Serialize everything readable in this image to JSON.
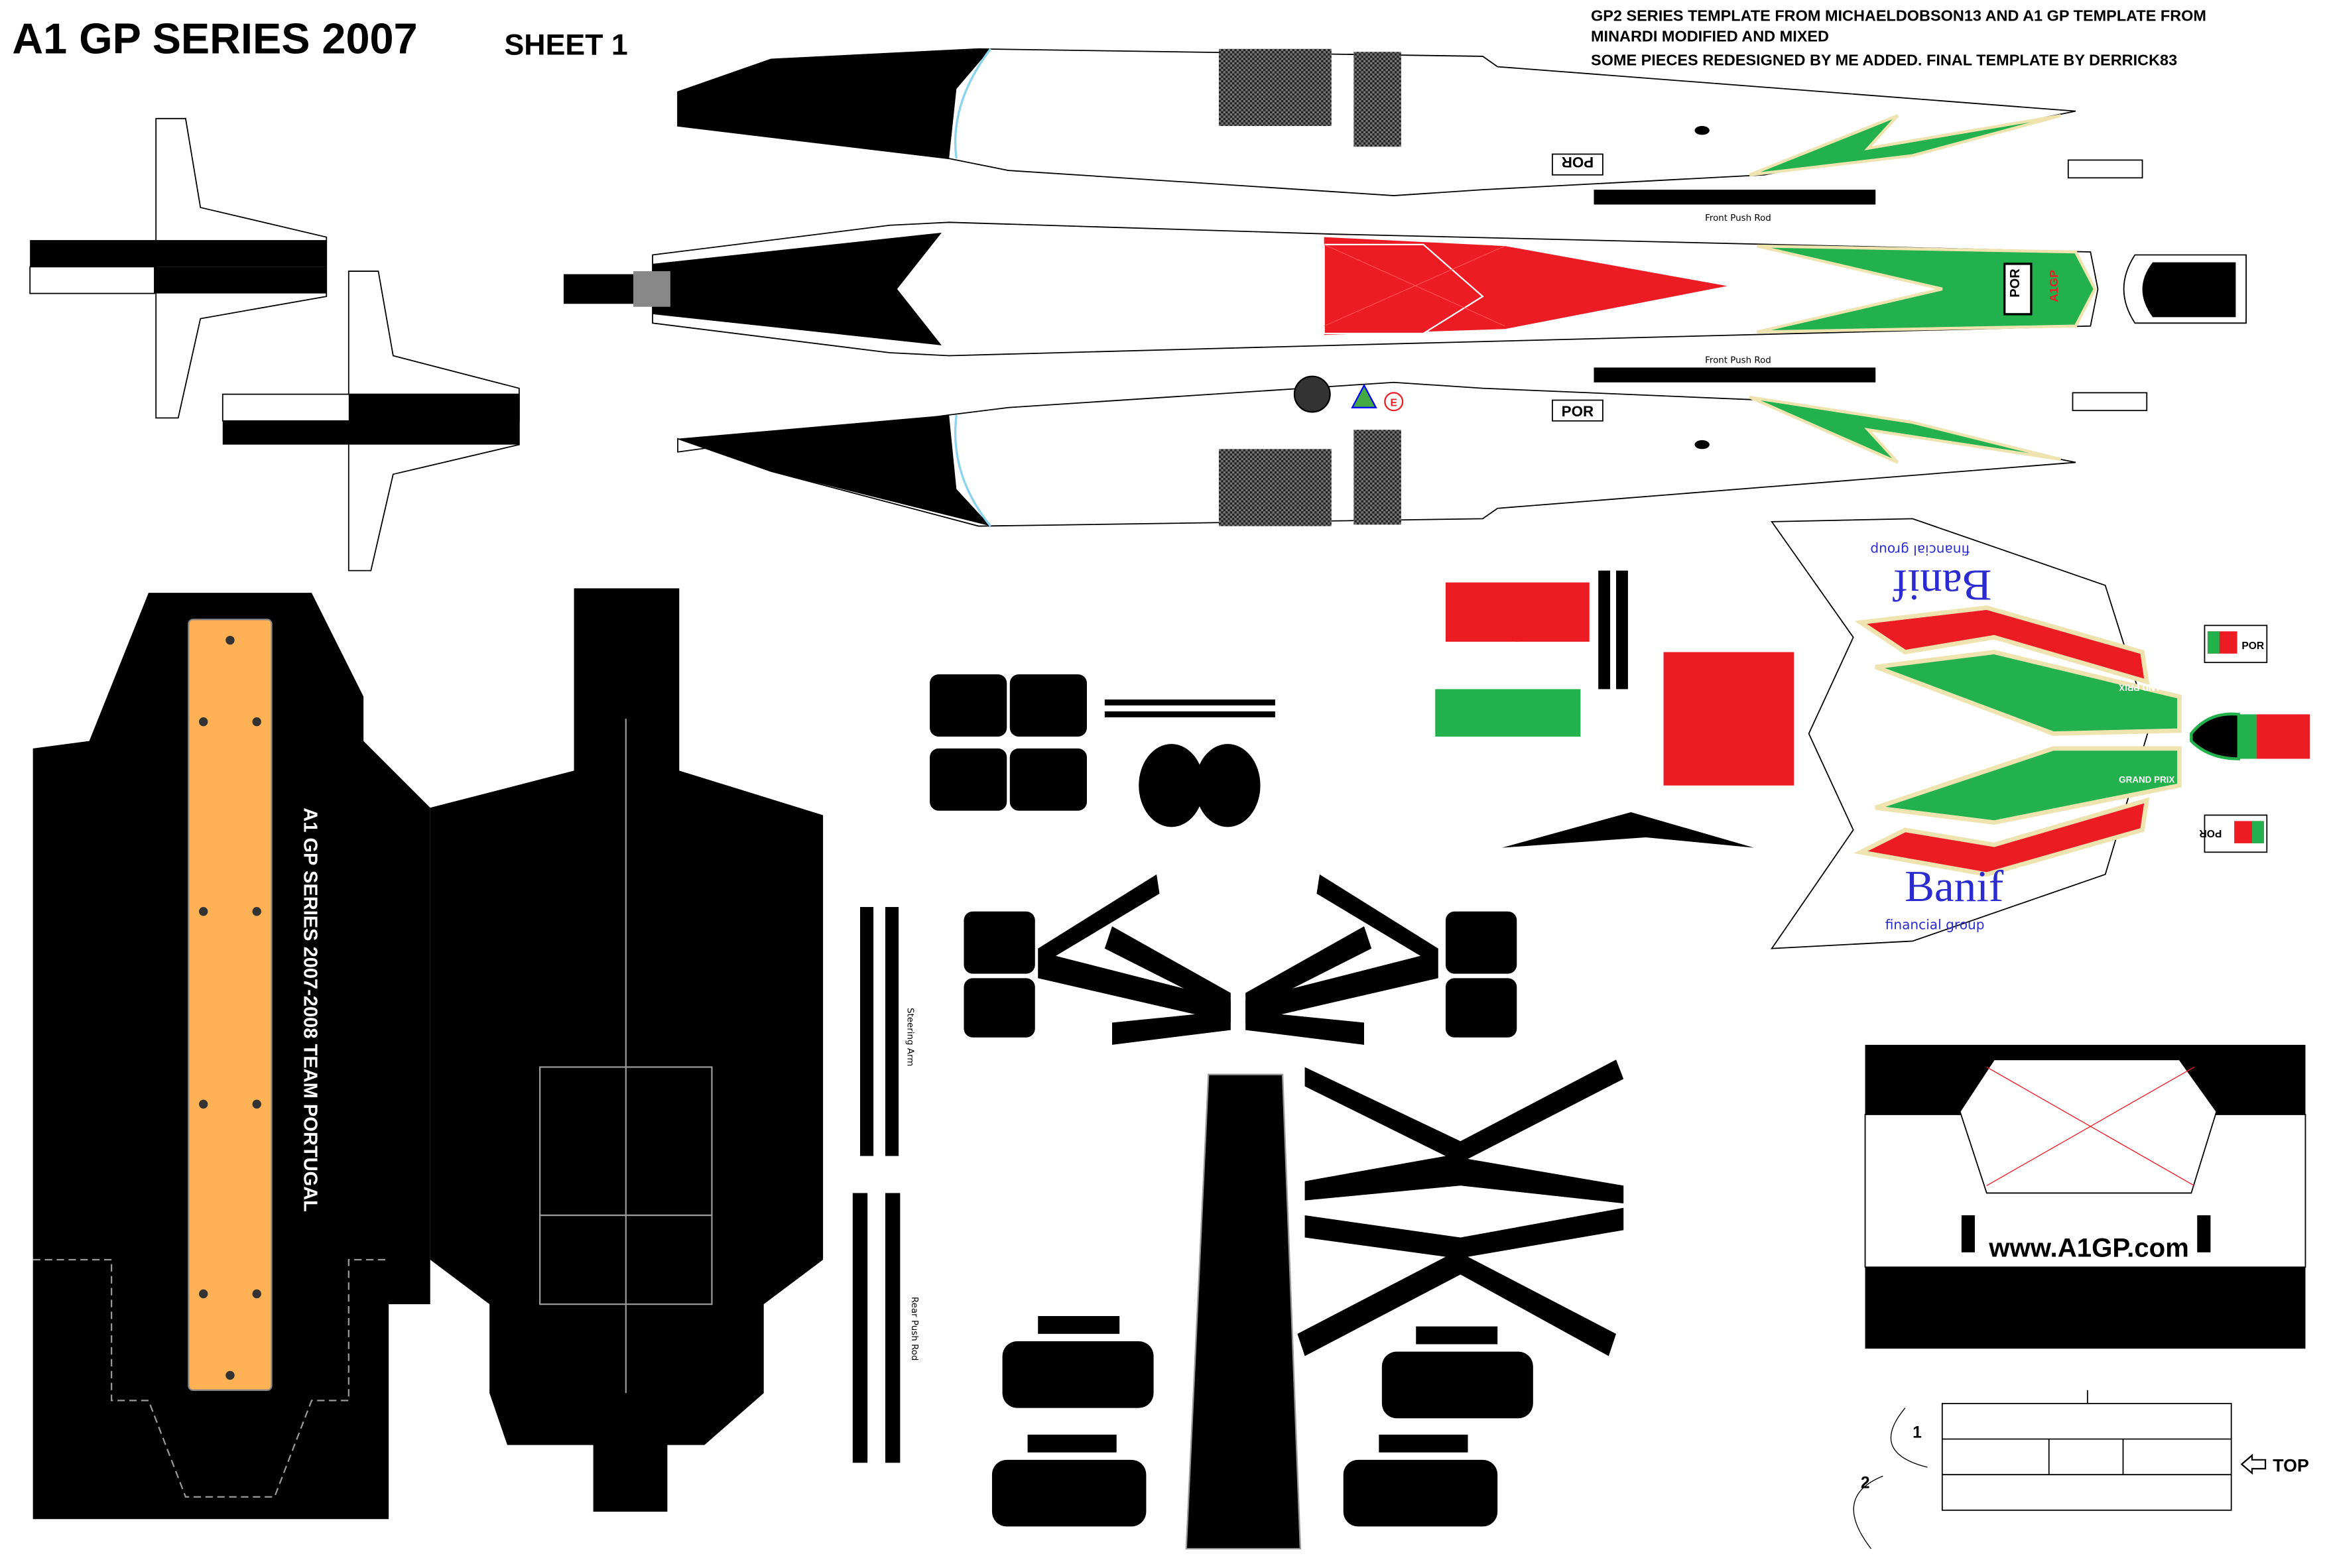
{
  "header": {
    "title": "A1 GP SERIES 2007",
    "sheet": "SHEET 1",
    "credits": [
      "GP2 SERIES TEMPLATE FROM MICHAELDOBSON13 AND A1 GP TEMPLATE FROM",
      "MINARDI MODIFIED AND MIXED",
      "SOME PIECES REDESIGNED BY ME ADDED. FINAL TEMPLATE BY DERRICK83"
    ]
  },
  "labels": {
    "por": "POR",
    "front_push_rod": "Front Push Rod",
    "steering_arm": "Steering Arm",
    "rear_push_rod": "Rear Push Rod",
    "floor_text": "A1 GP SERIES  2007-2008   TEAM PORTUGAL",
    "nose_logo": "A1GP",
    "sponsor": "Banif",
    "sponsor_sub": "financial group",
    "grand_prix": "GRAND PRIX",
    "website": "www.A1GP.com",
    "step_1": "1",
    "step_2": "2",
    "top": "TOP",
    "e_badge": "E"
  },
  "colors": {
    "green": "#22b14c",
    "red": "#ed1c24",
    "cream": "#efe4b0",
    "orange": "#ffb155",
    "blue": "#2b2bd0",
    "black": "#000000"
  }
}
